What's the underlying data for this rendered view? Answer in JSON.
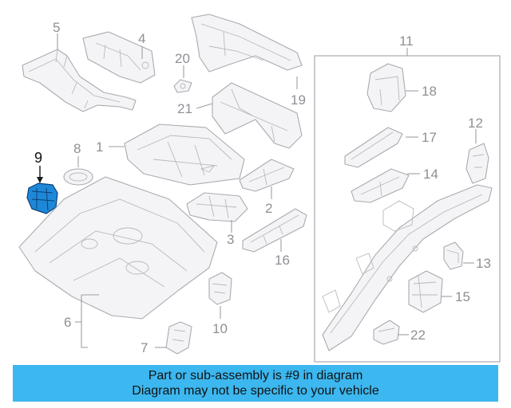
{
  "diagram": {
    "callouts": {
      "c1": "1",
      "c2": "2",
      "c3": "3",
      "c4": "4",
      "c5": "5",
      "c6": "6",
      "c7": "7",
      "c8": "8",
      "c9": "9",
      "c10": "10",
      "c11": "11",
      "c12": "12",
      "c13": "13",
      "c14": "14",
      "c15": "15",
      "c16": "16",
      "c17": "17",
      "c18": "18",
      "c19": "19",
      "c20": "20",
      "c21": "21",
      "c22": "22"
    },
    "highlight_color": "#1e88d8",
    "line_color": "#a9abb0"
  },
  "banner": {
    "line1": "Part or sub-assembly is #9 in diagram",
    "line2": "Diagram may not be specific to your vehicle",
    "color": "#3cb7ef"
  }
}
